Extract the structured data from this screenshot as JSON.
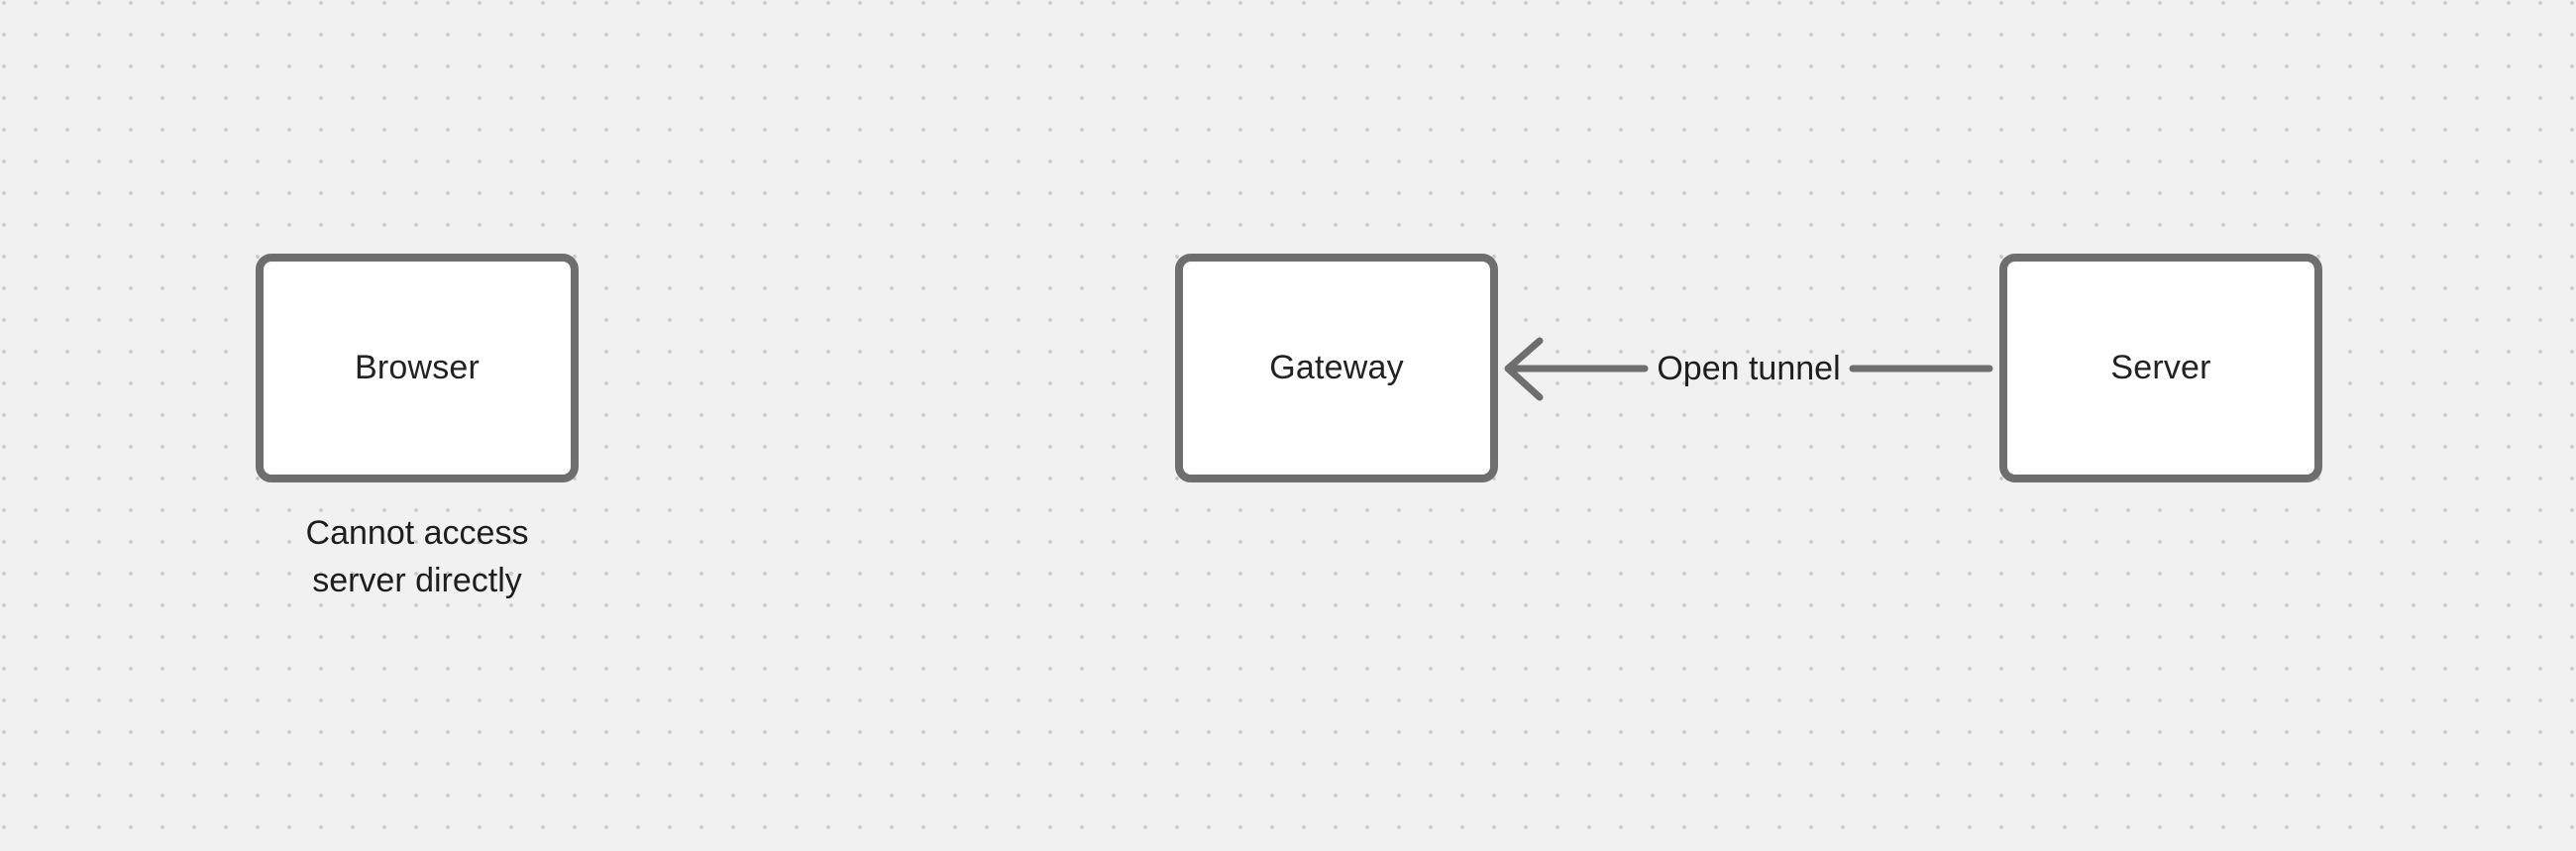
{
  "canvas": {
    "background_color": "#f1f1f1",
    "grid_dot_color": "#c8c8c8",
    "shape_stroke_color": "#6e6e6e",
    "shape_fill_color": "#ffffff",
    "text_color": "#1e1e1e"
  },
  "nodes": [
    {
      "id": "browser",
      "label": "Browser"
    },
    {
      "id": "gateway",
      "label": "Gateway"
    },
    {
      "id": "server",
      "label": "Server"
    }
  ],
  "captions": {
    "browser_note_line1": "Cannot access",
    "browser_note_line2": "server directly"
  },
  "edges": [
    {
      "from": "server",
      "to": "gateway",
      "label": "Open tunnel",
      "direction": "right-to-left",
      "arrowhead": "chevron-left"
    }
  ]
}
